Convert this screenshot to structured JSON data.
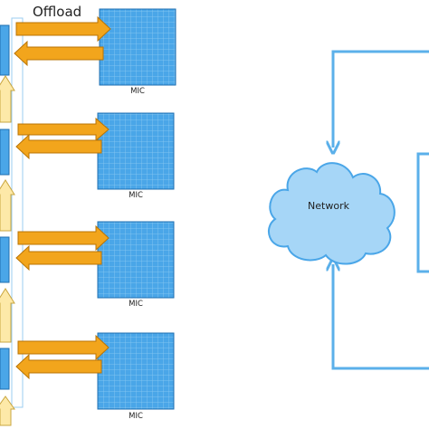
{
  "title": "Offload",
  "network_label": "Network",
  "mics": [
    {
      "label": "MIC"
    },
    {
      "label": "MIC"
    },
    {
      "label": "MIC"
    },
    {
      "label": "MIC"
    }
  ],
  "colors": {
    "mic_fill": "#4aa6e8",
    "mic_grid": "#8ccaf2",
    "mic_border": "#1f6fb0",
    "arrow_orange": "#f2a51c",
    "arrow_outline": "#b97405",
    "host_fill": "#4aa6e8",
    "host_up_arrow": "#fde9a8",
    "network_fill": "#a6d6f7",
    "network_outline": "#4aa6e8",
    "loop_line": "#5bb0ea"
  }
}
